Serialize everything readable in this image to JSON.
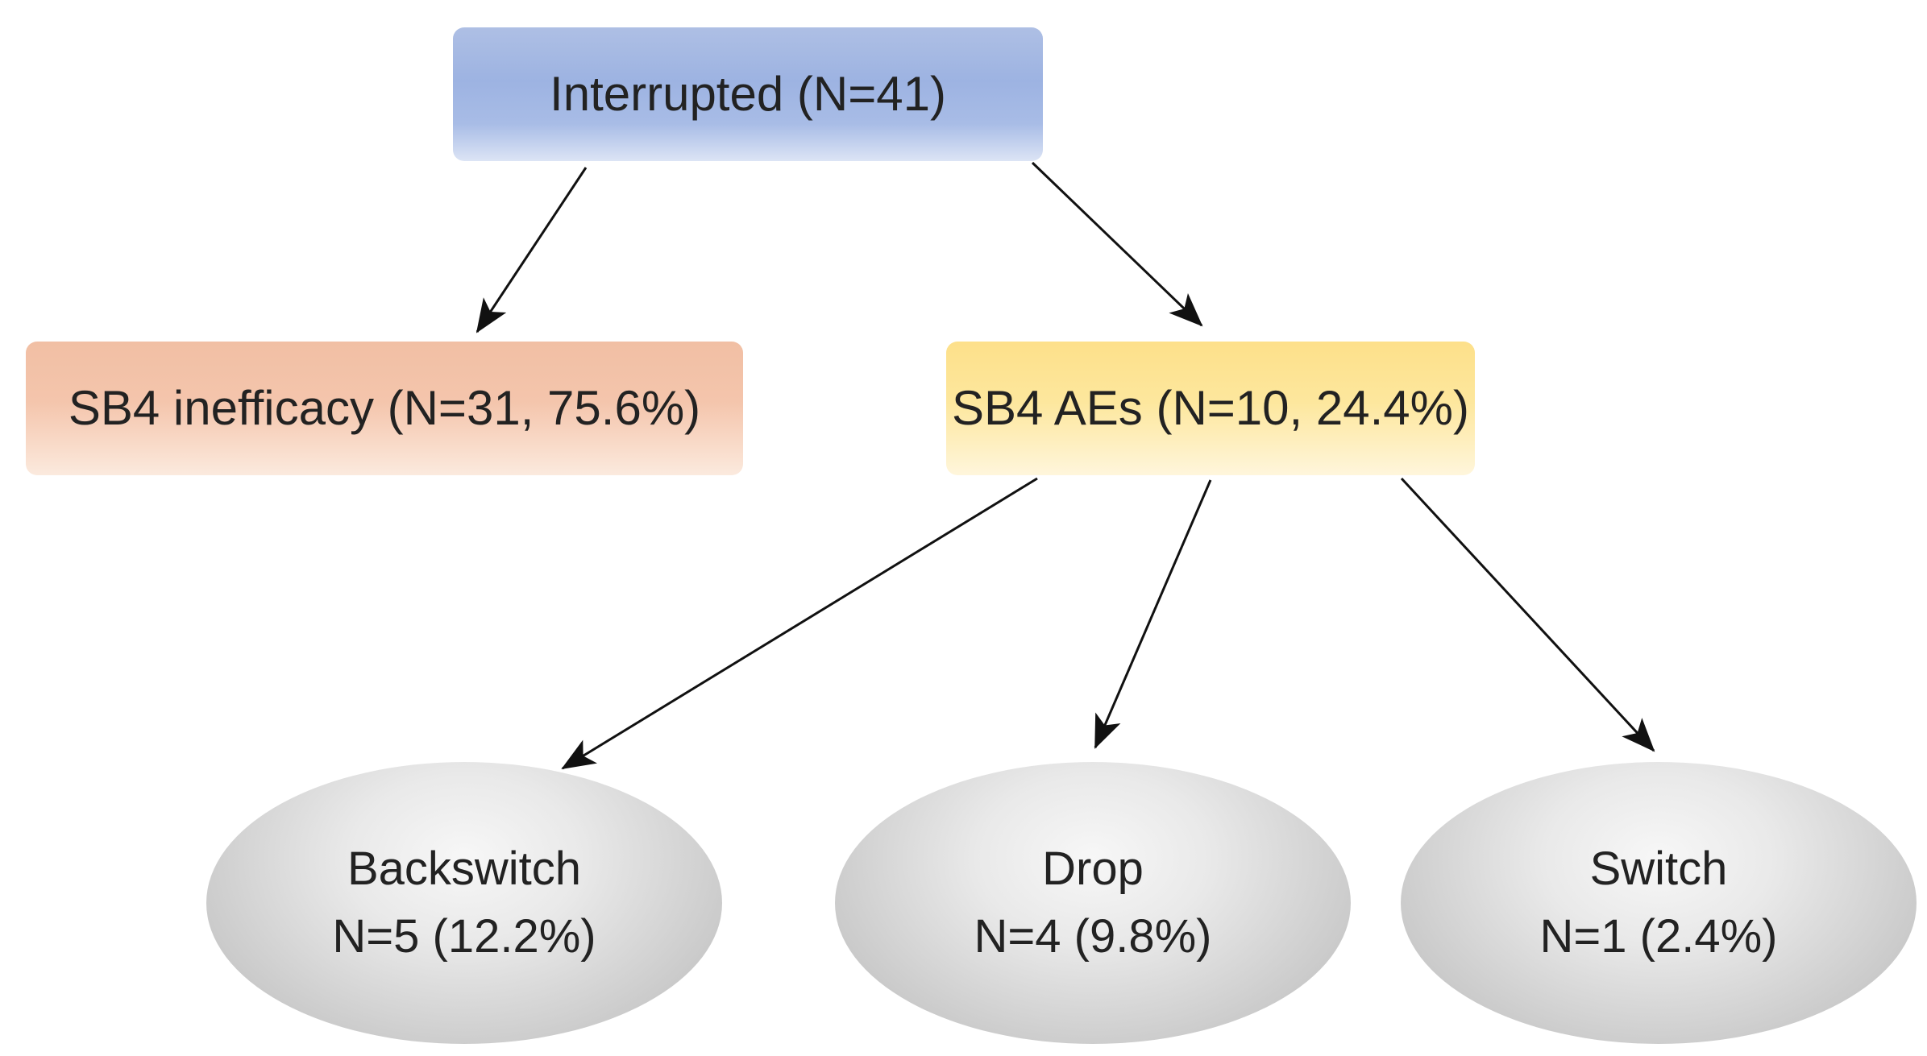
{
  "diagram": {
    "root": {
      "label": "Interrupted (N=41)"
    },
    "level1": [
      {
        "label": "SB4 inefficacy (N=31, 75.6%)",
        "color": "#f4c5ac"
      },
      {
        "label": "SB4 AEs (N=10, 24.4%)",
        "color": "#fde79d"
      }
    ],
    "level2": [
      {
        "name": "Backswitch",
        "count": "N=5 (12.2%)"
      },
      {
        "name": "Drop",
        "count": "N=4 (9.8%)"
      },
      {
        "name": "Switch",
        "count": "N=1 (2.4%)"
      }
    ],
    "colors": {
      "root": "#9db3e2",
      "leaf": "#d2d2d2",
      "arrow": "#111111"
    }
  }
}
